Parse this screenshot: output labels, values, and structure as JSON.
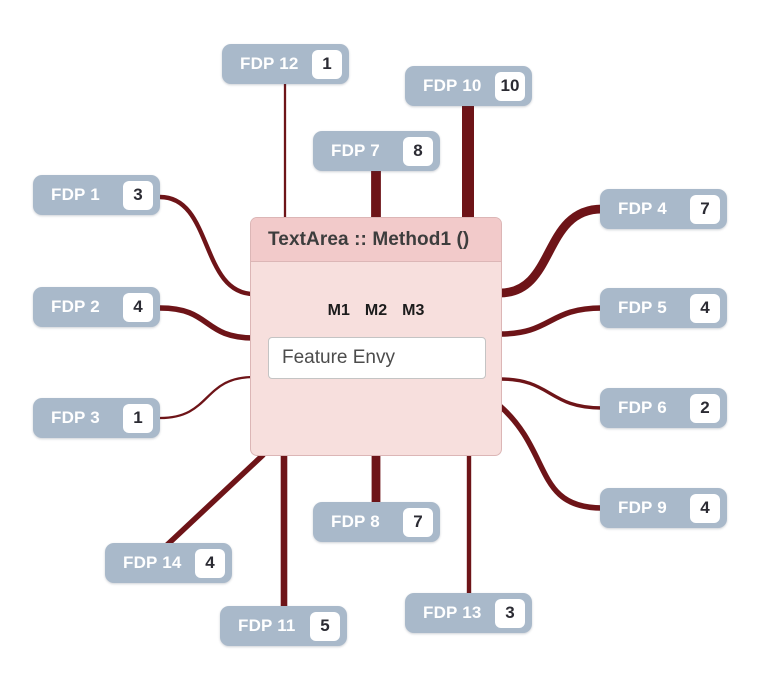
{
  "central_node": {
    "title": "TextArea :: Method1 ()",
    "markers": [
      "M1",
      "M2",
      "M3"
    ],
    "smell_label": "Feature Envy"
  },
  "fdp_nodes": [
    {
      "id": "fdp12",
      "label": "FDP 12",
      "value": "1"
    },
    {
      "id": "fdp10",
      "label": "FDP 10",
      "value": "10"
    },
    {
      "id": "fdp7",
      "label": "FDP 7",
      "value": "8"
    },
    {
      "id": "fdp1",
      "label": "FDP 1",
      "value": "3"
    },
    {
      "id": "fdp2",
      "label": "FDP 2",
      "value": "4"
    },
    {
      "id": "fdp3",
      "label": "FDP 3",
      "value": "1"
    },
    {
      "id": "fdp4",
      "label": "FDP 4",
      "value": "7"
    },
    {
      "id": "fdp5",
      "label": "FDP 5",
      "value": "4"
    },
    {
      "id": "fdp6",
      "label": "FDP 6",
      "value": "2"
    },
    {
      "id": "fdp9",
      "label": "FDP 9",
      "value": "4"
    },
    {
      "id": "fdp14",
      "label": "FDP 14",
      "value": "4"
    },
    {
      "id": "fdp11",
      "label": "FDP 11",
      "value": "5"
    },
    {
      "id": "fdp8",
      "label": "FDP 8",
      "value": "7"
    },
    {
      "id": "fdp13",
      "label": "FDP 13",
      "value": "3"
    }
  ],
  "colors": {
    "edge": "#6e1418",
    "node_bg": "#a9b9ca",
    "node_text": "#ffffff",
    "badge_bg": "#ffffff",
    "badge_text": "#2b2b33",
    "central_header_bg": "#f2caca",
    "central_body_bg": "#f7dfdd",
    "central_border": "#dcb6b6"
  }
}
